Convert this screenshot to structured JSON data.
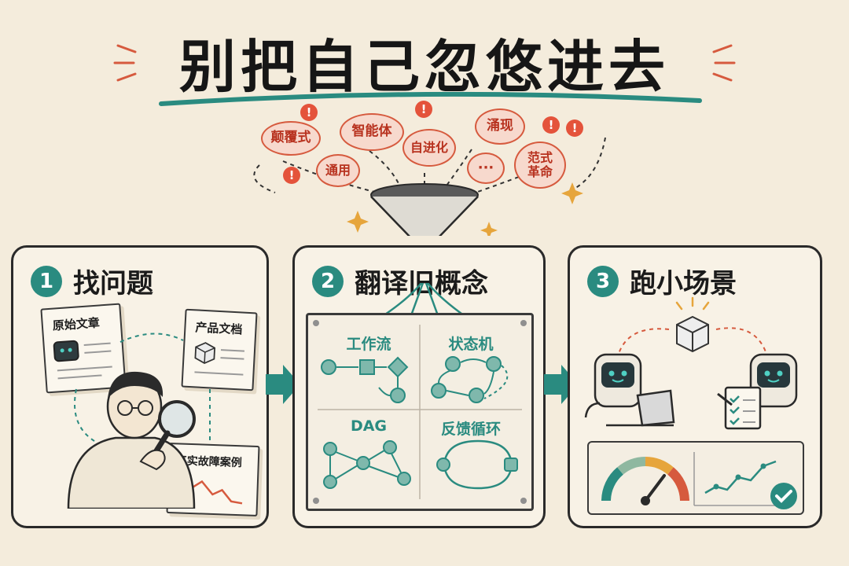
{
  "title": "别把自己忽悠进去",
  "buzzwords": {
    "items": [
      "颠覆式",
      "智能体",
      "自进化",
      "通用",
      "涌现",
      "范式\n革命",
      "···"
    ],
    "alert": "!"
  },
  "panels": [
    {
      "number": "1",
      "title": "找问题",
      "docs": [
        "原始文章",
        "产品文档",
        "真实故障案例"
      ]
    },
    {
      "number": "2",
      "title": "翻译旧概念",
      "cells": [
        "工作流",
        "状态机",
        "DAG",
        "反馈循环"
      ]
    },
    {
      "number": "3",
      "title": "跑小场景"
    }
  ],
  "colors": {
    "teal": "#2a8b80",
    "red": "#d65a3e",
    "paper": "#f4ecdc"
  }
}
